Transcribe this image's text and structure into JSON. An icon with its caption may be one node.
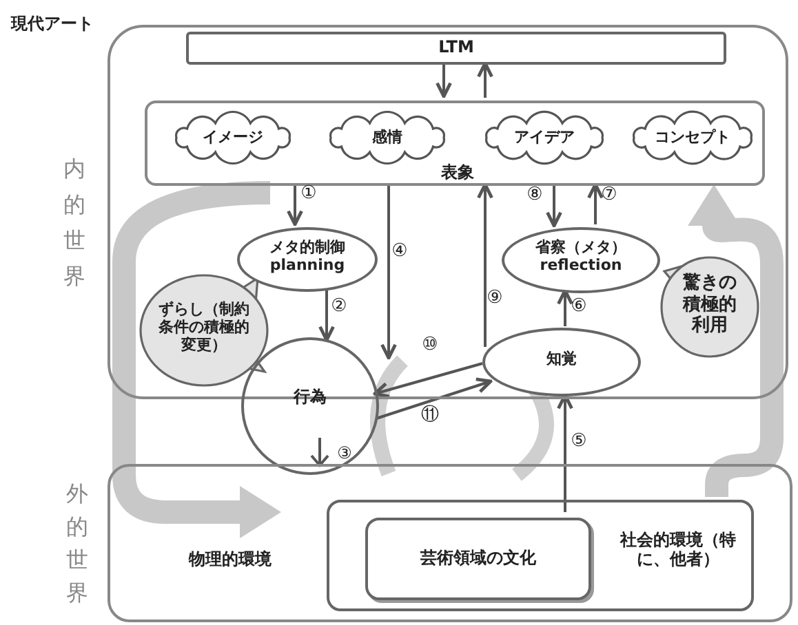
{
  "diagram": {
    "nodes": [
      {
        "text": [
          "現代アート"
        ]
      },
      {
        "text": [
          "LTM"
        ],
        "in": 0
      },
      {
        "text": [
          "表象"
        ],
        "in": 0
      },
      {
        "text": [
          "イメージ"
        ],
        "in": 2
      },
      {
        "text": [
          "感情"
        ],
        "in": 2
      },
      {
        "text": [
          "アイデア"
        ],
        "in": 2
      },
      {
        "text": [
          "コンセプト"
        ],
        "in": 2
      },
      {
        "text": [
          "メタ的制御 planning"
        ],
        "in": 0
      },
      {
        "text": [
          "省察（メタ） reflection"
        ],
        "in": 0
      },
      {
        "text": [
          "ずらし（制約条件の積極的変更）"
        ],
        "in": 0
      },
      {
        "text": [
          "驚きの積極的利用"
        ],
        "in": 0
      },
      {
        "text": [
          "行為"
        ]
      },
      {
        "text": [
          "知覚"
        ],
        "in": 0
      },
      {
        "text": [
          "外的世界",
          "物理的環境"
        ]
      },
      {
        "text": [
          "社会的環境（特に、他者）"
        ],
        "in": 13
      },
      {
        "text": [
          "芸術領域の文化"
        ],
        "in": 14
      }
    ],
    "edges": [
      {
        "from": 1,
        "to": 2,
        "arrow": "to"
      },
      {
        "from": 2,
        "to": 1,
        "arrow": "to"
      },
      {
        "from": 2,
        "to": 7,
        "arrow": "to",
        "label": "①"
      },
      {
        "from": 7,
        "to": 11,
        "arrow": "to",
        "label": "②"
      },
      {
        "from": 2,
        "to": 11,
        "arrow": "to",
        "label": "④"
      },
      {
        "from": 2,
        "to": 8,
        "arrow": "to",
        "label": "⑧"
      },
      {
        "from": 8,
        "to": 2,
        "arrow": "to",
        "label": "⑦"
      },
      {
        "from": 12,
        "to": 2,
        "arrow": "to",
        "label": "⑨"
      },
      {
        "from": 12,
        "to": 8,
        "arrow": "to",
        "label": "⑥"
      },
      {
        "from": 12,
        "to": 11,
        "arrow": "to",
        "label": "⑩"
      },
      {
        "from": 11,
        "to": 12,
        "arrow": "to",
        "label": "⑪"
      },
      {
        "from": 15,
        "to": 12,
        "arrow": "to",
        "label": "⑤"
      },
      {
        "from": 2,
        "to": 13,
        "arrow": "to",
        "style": "thick",
        "color": "#c8c8c8"
      },
      {
        "from": 14,
        "to": 2,
        "arrow": "to",
        "style": "thick",
        "color": "#c8c8c8"
      }
    ],
    "labels": [
      "内的世界",
      "③"
    ]
  }
}
